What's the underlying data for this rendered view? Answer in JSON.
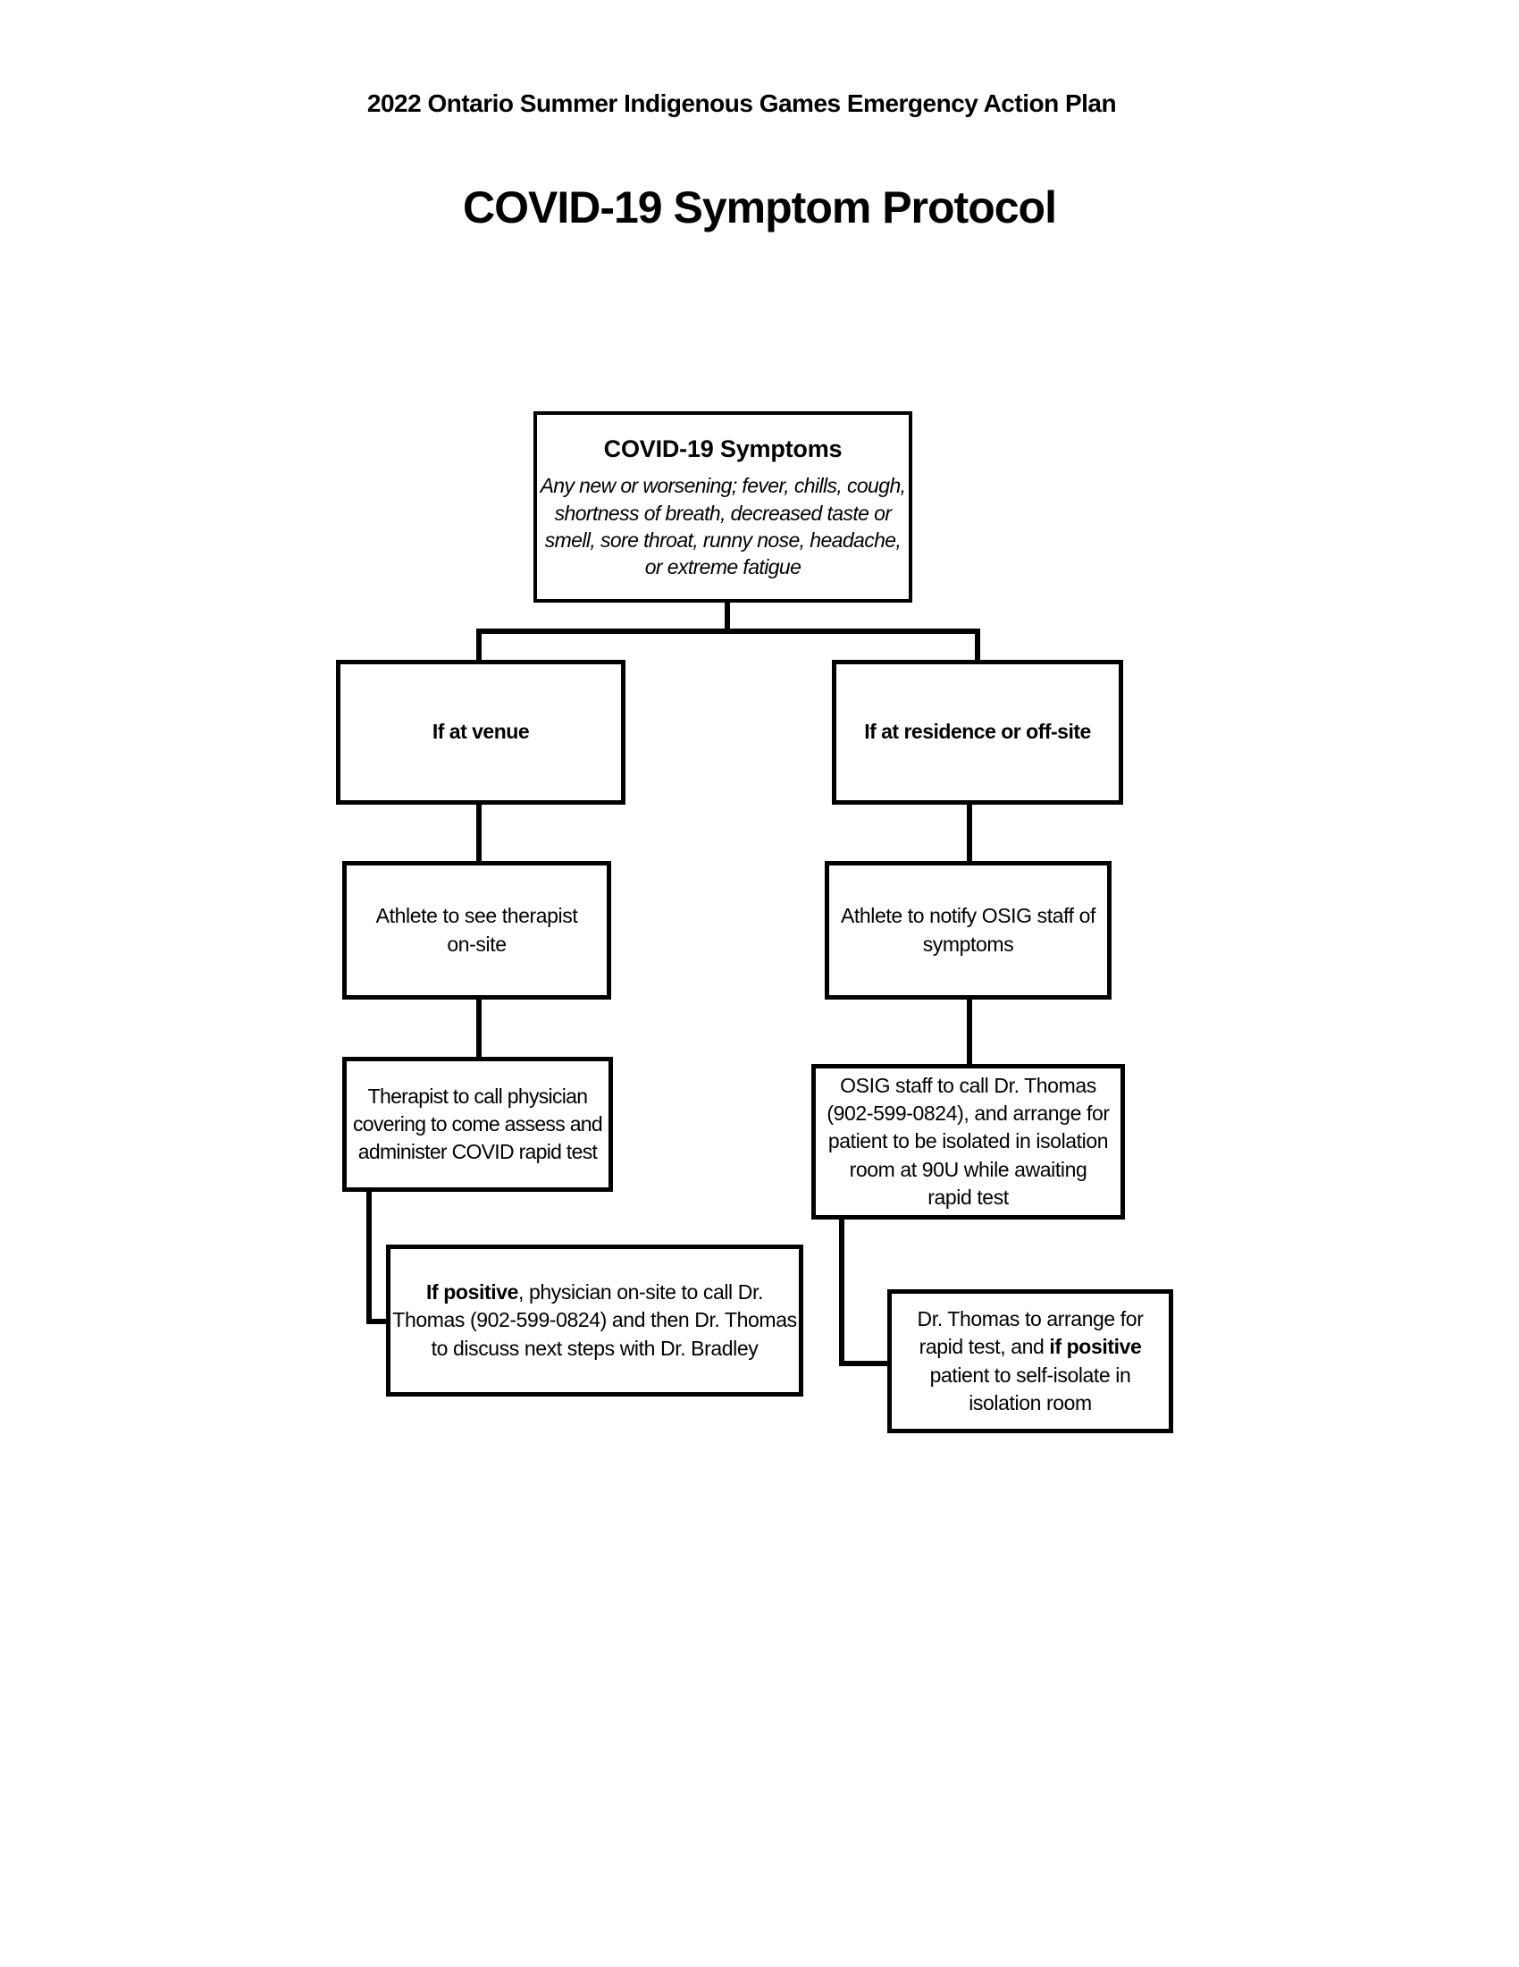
{
  "page": {
    "header": "2022 Ontario Summer Indigenous Games Emergency Action Plan",
    "title": "COVID-19 Symptom Protocol"
  },
  "colors": {
    "text": "#000000",
    "lines": "#000000",
    "background": "#ffffff"
  },
  "flowchart": {
    "symptoms": {
      "heading": "COVID-19 Symptoms",
      "description": "Any new or worsening; fever, chills, cough, shortness of breath, decreased taste or smell, sore throat, runny nose, headache, or extreme fatigue"
    },
    "if_at_venue": {
      "label": "If at venue"
    },
    "if_at_residence": {
      "label": "If at residence or off-site"
    },
    "athlete_see_therapist": {
      "text": "Athlete to see therapist on-site"
    },
    "athlete_notify_staff": {
      "text": "Athlete to notify OSIG staff of symptoms"
    },
    "therapist_call_physician": {
      "text": "Therapist to call physician covering to come assess and administer COVID rapid test"
    },
    "osig_call_dr_thomas": {
      "text": "OSIG staff to call Dr. Thomas (902-599-0824), and arrange for patient to be isolated in isolation room at 90U while awaiting rapid test"
    },
    "if_positive_venue": {
      "bold_text": "If positive",
      "rest_text": ", physician on-site to call Dr. Thomas (902-599-0824) and then Dr. Thomas to discuss next steps with Dr. Bradley"
    },
    "dr_thomas_arrange": {
      "before_text": "Dr. Thomas to arrange for rapid test, and ",
      "bold_text": "if positive",
      "after_text": " patient to self-isolate in isolation room"
    }
  }
}
